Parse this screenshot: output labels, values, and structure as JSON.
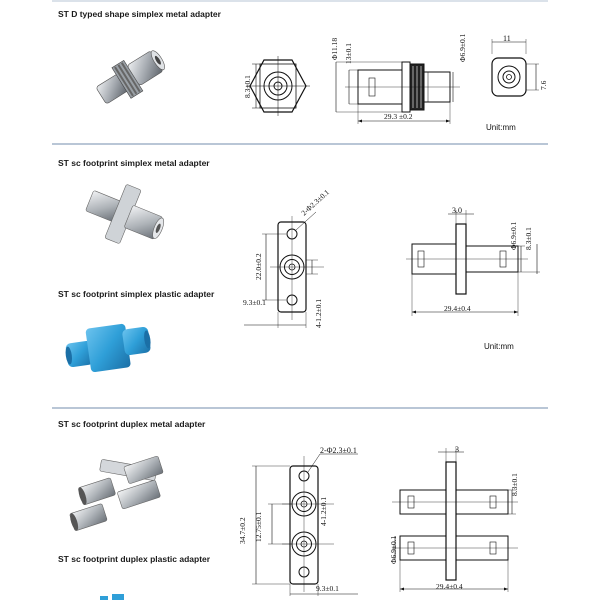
{
  "sections": [
    {
      "title": "ST D typed shape simplex metal adapter",
      "unit": "Unit:mm",
      "dims": {
        "height_front": "8.3±0.1",
        "dia_flange": "Φ11.18",
        "height_side": "13±0.1",
        "dia_body": "Φ6.9±0.1",
        "length": "29.3 ±0.2",
        "width_end": "11",
        "height_end": "7.6"
      }
    },
    {
      "title": "ST sc footprint simplex metal adapter",
      "subtitle": "ST sc footprint simplex plastic adapter",
      "unit": "Unit:mm",
      "dims": {
        "holes": "2-Φ2.3±0.1",
        "hole_spacing": "22.0±0.2",
        "panel_width": "9.3±0.1",
        "slot": "4-1.2±0.1",
        "flange_thickness": "3.0",
        "dia_body": "Φ6.9±0.1",
        "height": "8.3±0.1",
        "length": "29.4±0.4"
      }
    },
    {
      "title": "ST sc footprint duplex metal adapter",
      "subtitle": "ST sc footprint duplex plastic adapter",
      "dims": {
        "holes": "2-Φ2.3±0.1",
        "total_height": "34.7±0.2",
        "pitch": "12.75±0.1",
        "slot": "4-1.2±0.1",
        "panel_width": "9.3±0.1",
        "flange_thickness": "3",
        "height": "8.3±0.1",
        "dia_body": "Φ6.9±0.1",
        "length": "29.4±0.4"
      }
    }
  ],
  "colors": {
    "separator": "#b9c6d6",
    "plastic_blue": "#2f9fd8",
    "metal": "#b8bcc2"
  }
}
